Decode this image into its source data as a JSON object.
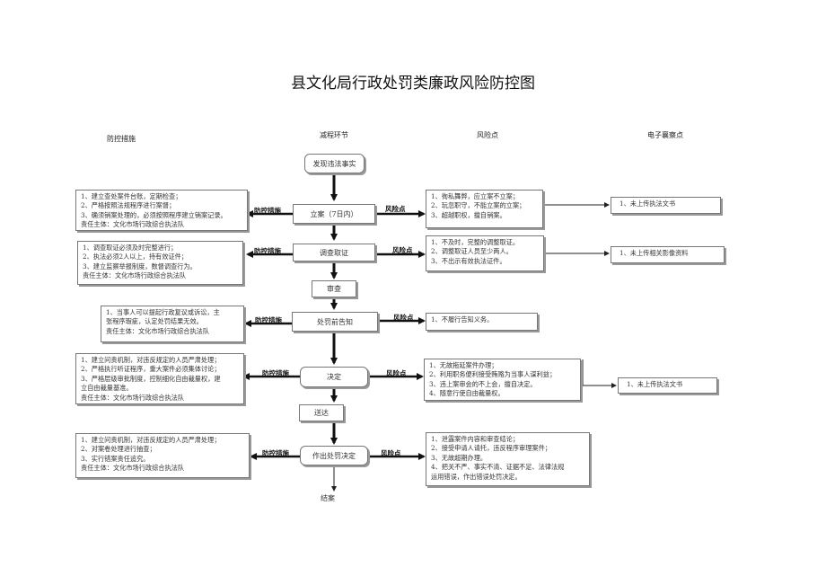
{
  "title": "县文化局行政处罚类廉政风险防控图",
  "headers": {
    "measures": "防控措施",
    "process": "减程环节",
    "risk": "风险点",
    "monitor": "电子襄察点"
  },
  "steps": {
    "s0": "发现违法事实",
    "s1": "立案（7日内）",
    "s2": "调查取证",
    "s3": "审查",
    "s4": "处罚前告知",
    "s5": "决定",
    "s6": "送达",
    "s7": "作出处罚决定",
    "end": "结案"
  },
  "labels": {
    "measure": "防控措施",
    "risk": "风险点"
  },
  "measures": [
    [
      "1、建立查处案件台账，定期检查；",
      "2、严格按照法规程序进行案督；",
      "3、确须销案处理的，必须按照程序建立销案记录。",
      "责任主体：文化市场行政综合执法队"
    ],
    [
      "1、调查取证必须及时完整进行；",
      "2、执法必须2人以上，持有效证件；",
      "3、建立监察举报制度，数督调查行为。",
      "责任主体：文化市场行政综合执法队"
    ],
    [
      "1、当事人可以提起行政复议或诉讼，主",
      "张程序瑕疵，认定处罚结果无效。",
      "责任主体：文化市场行政综合执法队"
    ],
    [
      "1、建立问责机制，对违反规定的人员严肃处理；",
      "2、严格执行听证程序，重大案件必须集体讨论；",
      "3、严格层级审批制度，控制细化自由裁量权，建",
      "立自由裁量基准。",
      "责任主体：文化市场行政综合执法队"
    ],
    [
      "1、建立问责机制，对违反规定的人员严肃处理；",
      "2、对案卷处理进行抽查；",
      "3、实行错案责任追究。",
      "责任主体：文化市场行政综合执法队"
    ]
  ],
  "risks": [
    [
      "1、徇私舞弊，应立案不立案；",
      "2、玩忽职守，不能立案的立案；",
      "3、超越职权，擅自销案。"
    ],
    [
      "1、不及时，完整的调整取证。",
      "2、调整取证人员至少两人。",
      "3、不出示有效执法证件。"
    ],
    [
      "1、不履行告知义务。"
    ],
    [
      "1、无故拖延案件办理；",
      "2、利用职务便利接受贿赂为当事人谋利益；",
      "3、违上案审会的不上会，擅自决定。",
      "4、随意行使自由裁量权。"
    ],
    [
      "1、泄露案件内容和审查结论；",
      "2、接受申请人请托，违反程序审理案件；",
      "3、无故超期办理。",
      "4、把关不严、事实不清、证据不足、法律法规",
      "运用错误，作出错误处罚决定。"
    ]
  ],
  "monitors": [
    "1、未上传执法文书",
    "1、未上传相关影像资料",
    "1、未上传执法文书"
  ]
}
